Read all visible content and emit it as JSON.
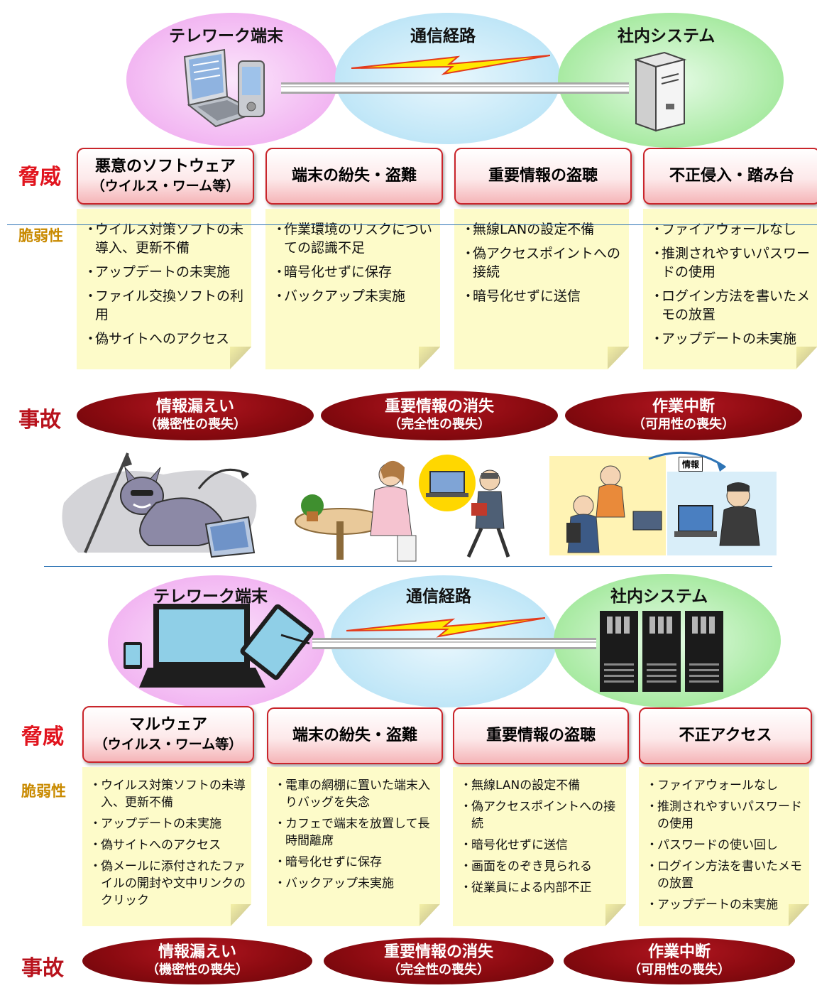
{
  "top": {
    "zones": {
      "terminal": "テレワーク端末",
      "network": "通信経路",
      "system": "社内システム"
    },
    "labels": {
      "threat": "脅威",
      "vulnerability": "脆弱性",
      "incident": "事故"
    },
    "threats": [
      {
        "line1": "悪意のソフトウェア",
        "line2": "（ウイルス・ワーム等）"
      },
      {
        "line1": "端末の紛失・盗難",
        "line2": ""
      },
      {
        "line1": "重要情報の盗聴",
        "line2": ""
      },
      {
        "line1": "不正侵入・踏み台",
        "line2": ""
      }
    ],
    "vulnerabilities": [
      [
        "ウイルス対策ソフトの未導入、更新不備",
        "アップデートの未実施",
        "ファイル交換ソフトの利用",
        "偽サイトへのアクセス"
      ],
      [
        "作業環境のリスクについての認識不足",
        "暗号化せずに保存",
        "バックアップ未実施"
      ],
      [
        "無線LANの設定不備",
        "偽アクセスポイントへの接続",
        "暗号化せずに送信"
      ],
      [
        "ファイアウォールなし",
        "推測されやすいパスワードの使用",
        "ログイン方法を書いたメモの放置",
        "アップデートの未実施"
      ]
    ],
    "incidents": [
      {
        "line1": "情報漏えい",
        "line2": "（機密性の喪失）"
      },
      {
        "line1": "重要情報の消失",
        "line2": "（完全性の喪失）"
      },
      {
        "line1": "作業中断",
        "line2": "（可用性の喪失）"
      }
    ],
    "illustration_badge": "情報"
  },
  "bottom": {
    "zones": {
      "terminal": "テレワーク端末",
      "network": "通信経路",
      "system": "社内システム"
    },
    "labels": {
      "threat": "脅威",
      "vulnerability": "脆弱性",
      "incident": "事故"
    },
    "threats": [
      {
        "line1": "マルウェア",
        "line2": "（ウイルス・ワーム等）"
      },
      {
        "line1": "端末の紛失・盗難",
        "line2": ""
      },
      {
        "line1": "重要情報の盗聴",
        "line2": ""
      },
      {
        "line1": "不正アクセス",
        "line2": ""
      }
    ],
    "vulnerabilities": [
      [
        "ウイルス対策ソフトの未導入、更新不備",
        "アップデートの未実施",
        "偽サイトへのアクセス",
        "偽メールに添付されたファイルの開封や文中リンクのクリック"
      ],
      [
        "電車の網棚に置いた端末入りバッグを失念",
        "カフェで端末を放置して長時間離席",
        "暗号化せずに保存",
        "バックアップ未実施"
      ],
      [
        "無線LANの設定不備",
        "偽アクセスポイントへの接続",
        "暗号化せずに送信",
        "画面をのぞき見られる",
        "従業員による内部不正"
      ],
      [
        "ファイアウォールなし",
        "推測されやすいパスワードの使用",
        "パスワードの使い回し",
        "ログイン方法を書いたメモの放置",
        "アップデートの未実施"
      ]
    ],
    "incidents": [
      {
        "line1": "情報漏えい",
        "line2": "（機密性の喪失）"
      },
      {
        "line1": "重要情報の消失",
        "line2": "（完全性の喪失）"
      },
      {
        "line1": "作業中断",
        "line2": "（可用性の喪失）"
      }
    ]
  },
  "colors": {
    "threat_label": "#e1141e",
    "vulnerability_label": "#c98a00",
    "incident_label": "#b8121c",
    "incident_oval": "#8a0a10",
    "note": "#fdfbc9",
    "divider": "#2e74b5"
  }
}
